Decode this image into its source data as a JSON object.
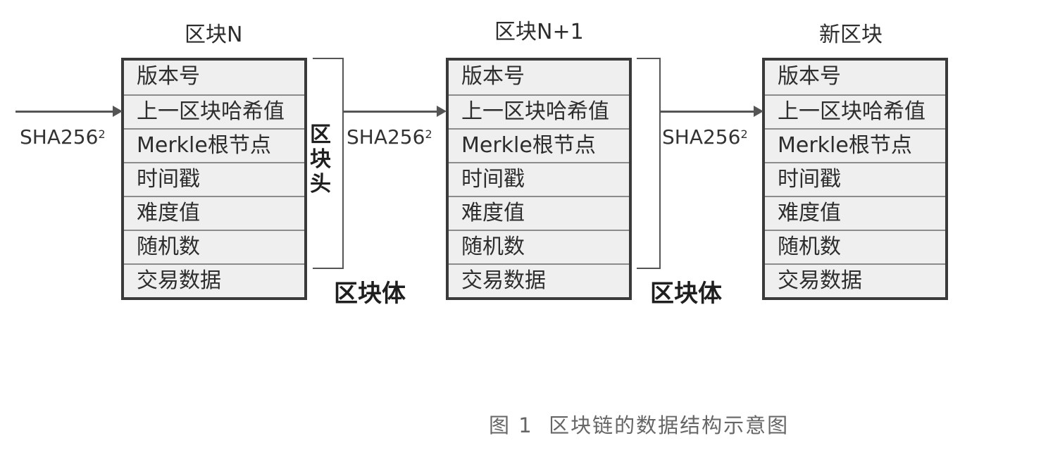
{
  "blocks": [
    {
      "title": "区块N",
      "fields": [
        "版本号",
        "上一区块哈希值",
        "Merkle根节点",
        "时间戳",
        "难度值",
        "随机数",
        "交易数据"
      ]
    },
    {
      "title": "区块N+1",
      "fields": [
        "版本号",
        "上一区块哈希值",
        "Merkle根节点",
        "时间戳",
        "难度值",
        "随机数",
        "交易数据"
      ]
    },
    {
      "title": "新区块",
      "fields": [
        "版本号",
        "上一区块哈希值",
        "Merkle根节点",
        "时间戳",
        "难度值",
        "随机数",
        "交易数据"
      ]
    }
  ],
  "hash_label": "SHA256",
  "hash_superscript": "2",
  "block_header_label": "区块头",
  "block_body_label": "区块体",
  "caption": "图 1  区块链的数据结构示意图"
}
